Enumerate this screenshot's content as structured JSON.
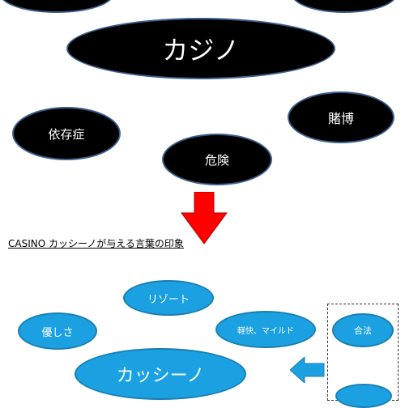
{
  "top_section": {
    "center": "カジノ",
    "nodes": [
      "依存症",
      "危険",
      "賭博"
    ]
  },
  "caption": "CASINO カッシーノが与える言葉の印象",
  "bottom_section": {
    "center": "カッシーノ",
    "nodes": [
      "リゾート",
      "優しさ",
      "軽快、マイルド"
    ],
    "legal_box": [
      "合法"
    ]
  },
  "colors": {
    "dark_node": "#000000",
    "blue_node": "#1ba1e2",
    "arrow_red": "#ff0000",
    "arrow_blue": "#1ba1e2"
  }
}
